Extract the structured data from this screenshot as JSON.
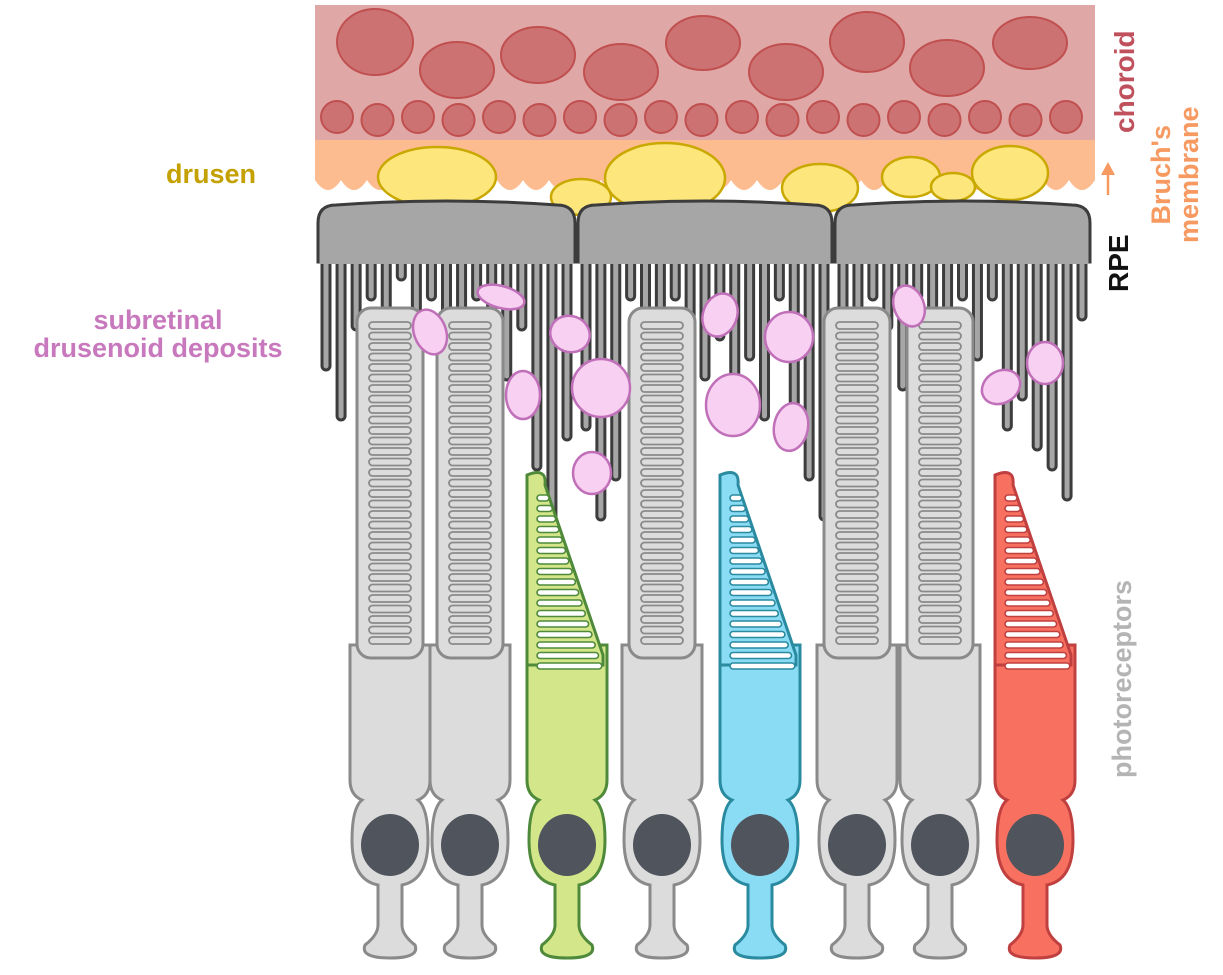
{
  "labels": {
    "drusen": "drusen",
    "subretinal_line1": "subretinal",
    "subretinal_line2": "drusenoid deposits",
    "choroid": "choroid",
    "bruchs_line1": "Bruch's",
    "bruchs_line2": "membrane",
    "rpe": "RPE",
    "photoreceptors": "photoreceptors"
  },
  "colors": {
    "choroid_bg": "#e0a7a7",
    "choroid_vessel": "#cd7272",
    "choroid_vessel_stroke": "#c05050",
    "choroid_label": "#c0505c",
    "bruchs": "#fcbc90",
    "bruchs_label": "#f79a62",
    "drusen_fill": "#fde77d",
    "drusen_stroke": "#c9a800",
    "drusen_label": "#c4a000",
    "rpe_fill": "#a6a6a6",
    "rpe_stroke": "#3c3c3c",
    "sdd_fill": "#f8d0f2",
    "sdd_stroke": "#c070b8",
    "sdd_label": "#c878bc",
    "rod_fill": "#dcdcdc",
    "rod_stroke": "#8a8a8a",
    "cone_green": "#d4e68a",
    "cone_green_stroke": "#4e8a3a",
    "cone_blue": "#8adcf4",
    "cone_blue_stroke": "#2a8aa0",
    "cone_red": "#f87060",
    "cone_red_stroke": "#c04040",
    "nucleus": "#50545c",
    "photoreceptor_label": "#b4b4b4"
  },
  "photoreceptor_types": [
    "rod",
    "rod",
    "cone-green",
    "rod",
    "cone-blue",
    "rod",
    "rod",
    "cone-red"
  ]
}
